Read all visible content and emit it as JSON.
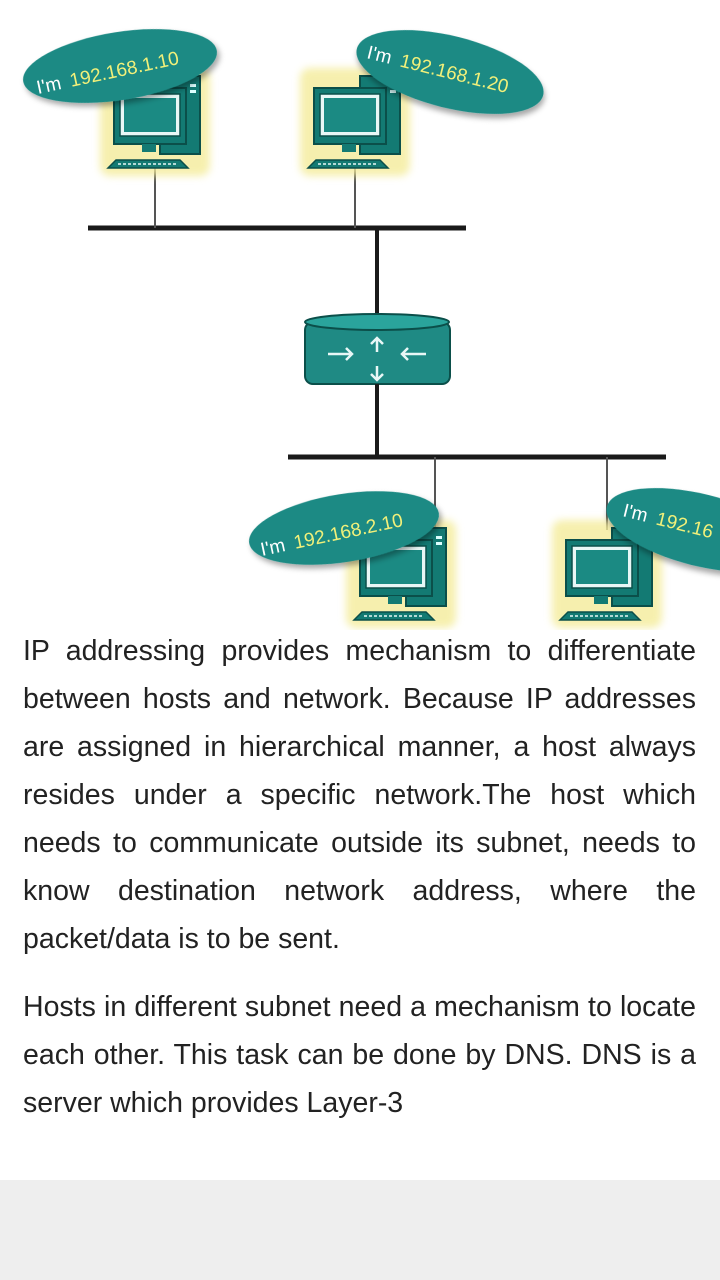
{
  "diagram": {
    "hosts": [
      {
        "prefix": "I'm",
        "ip": "192.168.1.10"
      },
      {
        "prefix": "I'm",
        "ip": "192.168.1.20"
      },
      {
        "prefix": "I'm",
        "ip": "192.168.2.10"
      },
      {
        "prefix": "I'm",
        "ip": "192.16"
      }
    ],
    "colors": {
      "bubble": "#1f8a84",
      "monitor": "#137a73",
      "glow": "#f4ec9a",
      "line": "#1a1a1a"
    }
  },
  "article": {
    "paragraphs": [
      "IP addressing provides mechanism to differentiate between hosts and network. Because IP addresses are assigned in hierarchical manner, a host always resides under a specific network.The host which needs to communicate outside its subnet, needs to know destination network address, where the packet/data is to be sent.",
      "Hosts in different subnet need a mechanism to locate each other. This task can be done by DNS. DNS is a server which provides Layer-3"
    ]
  }
}
